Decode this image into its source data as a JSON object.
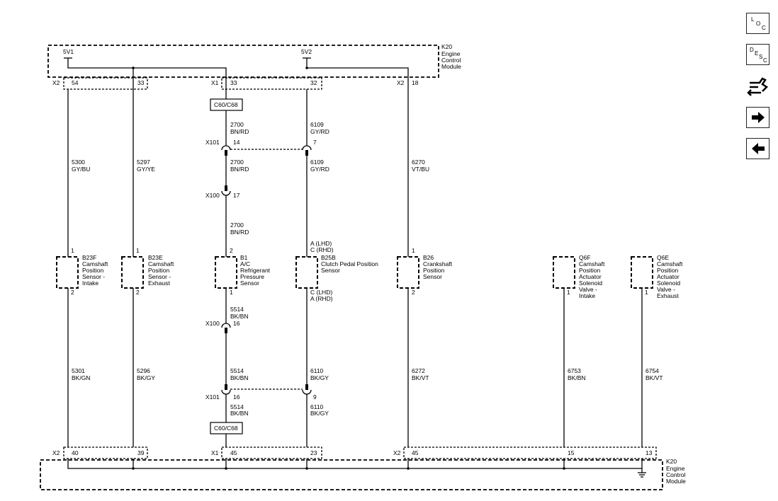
{
  "toolbar": {
    "loc_button": "LOC",
    "desc_button": "DESC"
  },
  "module": {
    "code": "K20",
    "lines": [
      "Engine",
      "Control",
      "Module"
    ]
  },
  "supplies": {
    "v1": "5V1",
    "v2": "5V2"
  },
  "connectors": {
    "top_x2": "X2",
    "top_x1": "X1",
    "top_x2b": "X2",
    "bot_x2": "X2",
    "bot_x1": "X1",
    "bot_x2b": "X2",
    "x101": "X101",
    "x100": "X100"
  },
  "pins": {
    "t54": "54",
    "t33a": "33",
    "t33b": "33",
    "t32": "32",
    "t18": "18",
    "b40": "40",
    "b39": "39",
    "b45a": "45",
    "b23": "23",
    "b45b": "45",
    "b15": "15",
    "b13": "13",
    "x101_14": "14",
    "x101_7": "7",
    "x100_17": "17",
    "x100_16": "16",
    "x101_16": "16",
    "x101_9": "9"
  },
  "inline_connector": "C60/C68",
  "wires": {
    "w5300": [
      "5300",
      "GY/BU"
    ],
    "w5297": [
      "5297",
      "GY/YE"
    ],
    "w2700a": [
      "2700",
      "BN/RD"
    ],
    "w2700b": [
      "2700",
      "BN/RD"
    ],
    "w2700c": [
      "2700",
      "BN/RD"
    ],
    "w6109a": [
      "6109",
      "GY/RD"
    ],
    "w6109b": [
      "6109",
      "GY/RD"
    ],
    "w6270": [
      "6270",
      "VT/BU"
    ],
    "w5514a": [
      "5514",
      "BK/BN"
    ],
    "w5514b": [
      "5514",
      "BK/BN"
    ],
    "w5514c": [
      "5514",
      "BK/BN"
    ],
    "w5301": [
      "5301",
      "BK/GN"
    ],
    "w5296": [
      "5296",
      "BK/GY"
    ],
    "w6110a": [
      "6110",
      "BK/GY"
    ],
    "w6110b": [
      "6110",
      "BK/GY"
    ],
    "w6272": [
      "6272",
      "BK/VT"
    ],
    "w6753": [
      "6753",
      "BK/BN"
    ],
    "w6754": [
      "6754",
      "BK/VT"
    ]
  },
  "components": {
    "b23f": {
      "code": "B23F",
      "lines": [
        "Camshaft",
        "Position",
        "Sensor -",
        "Intake"
      ],
      "pin_top": "1",
      "pin_bot": "2"
    },
    "b23e": {
      "code": "B23E",
      "lines": [
        "Camshaft",
        "Position",
        "Sensor -",
        "Exhaust"
      ],
      "pin_top": "1",
      "pin_bot": "2"
    },
    "b1": {
      "code": "B1",
      "lines": [
        "A/C",
        "Refrigerant",
        "Pressure",
        "Sensor"
      ],
      "pin_top": "2",
      "pin_bot": "1"
    },
    "b25b": {
      "code": "B25B",
      "lines": [
        "Clutch Pedal Position",
        "Sensor"
      ],
      "pin_top_lhd": "A  (LHD)",
      "pin_top_rhd": "C  (RHD)",
      "pin_bot_lhd": "C  (LHD)",
      "pin_bot_rhd": "A  (RHD)"
    },
    "b26": {
      "code": "B26",
      "lines": [
        "Crankshaft",
        "Position",
        "Sensor"
      ],
      "pin_top": "1",
      "pin_bot": "2"
    },
    "q6f": {
      "code": "Q6F",
      "lines": [
        "Camshaft",
        "Position",
        "Actuator",
        "Solenoid",
        "Valve -",
        "Intake"
      ],
      "pin": "1"
    },
    "q6e": {
      "code": "Q6E",
      "lines": [
        "Camshaft",
        "Position",
        "Actuator",
        "Solenoid",
        "Valve -",
        "Exhaust"
      ],
      "pin": "1"
    }
  }
}
